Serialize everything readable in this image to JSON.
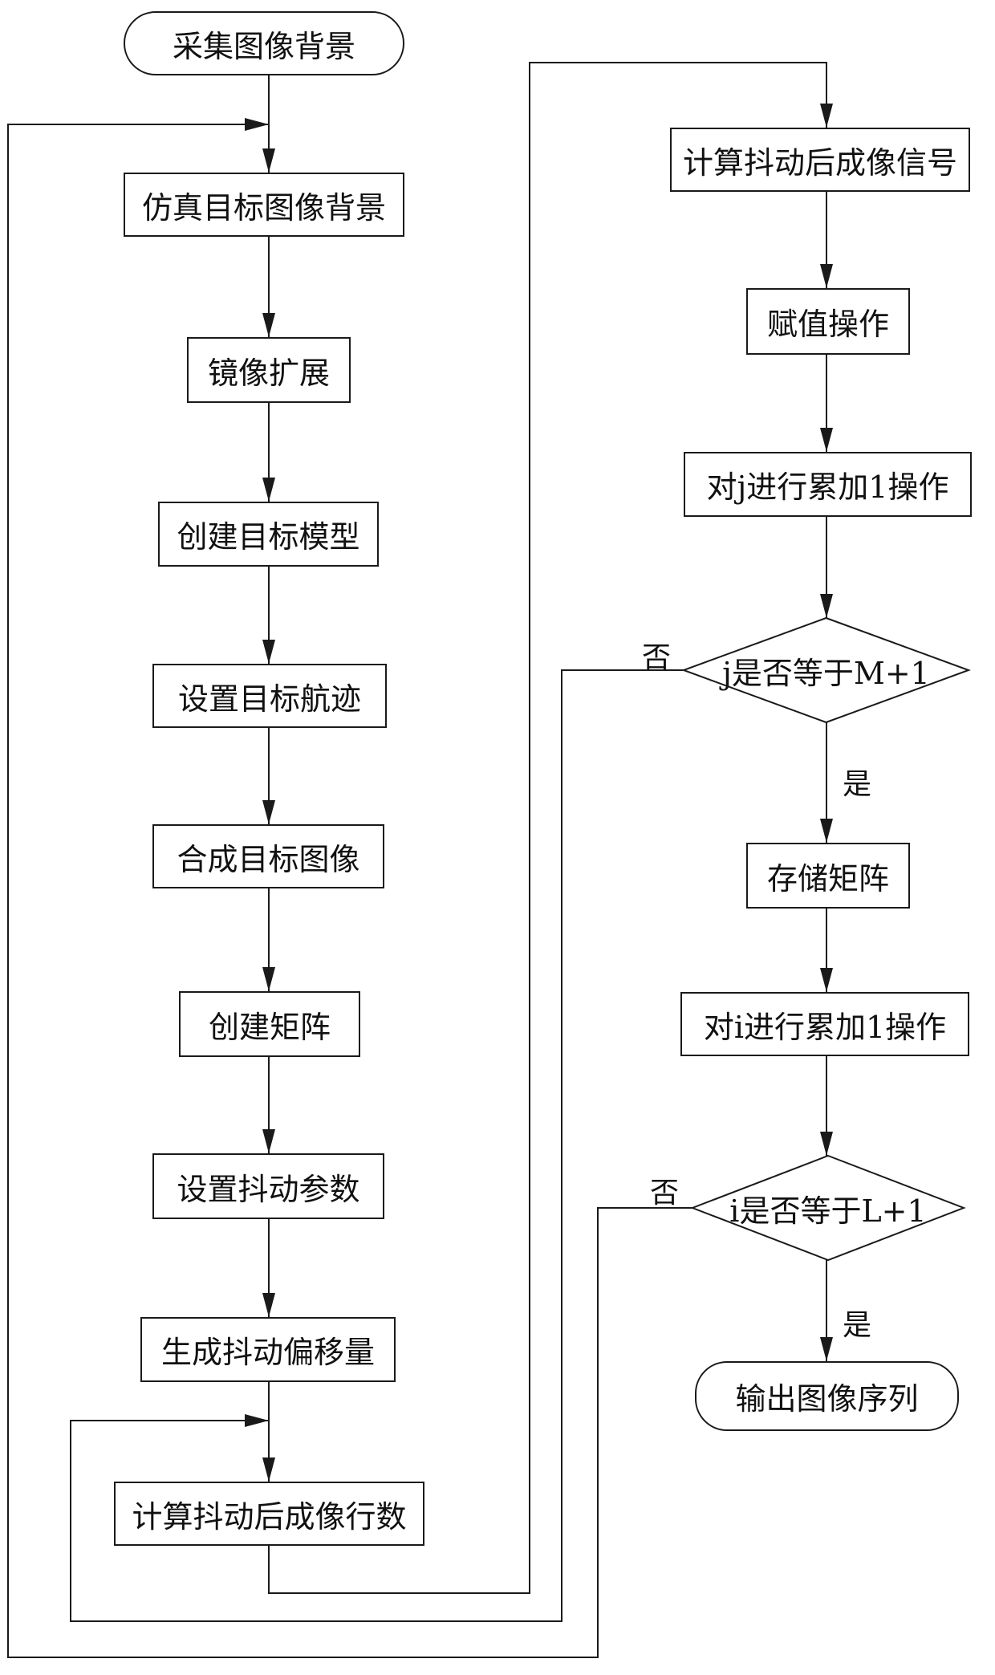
{
  "nodes": [
    {
      "id": "n1",
      "shape": "terminator",
      "text": "采集图像背景"
    },
    {
      "id": "n2",
      "shape": "process",
      "text": "仿真目标图像背景"
    },
    {
      "id": "n3",
      "shape": "process",
      "text": "镜像扩展"
    },
    {
      "id": "n4",
      "shape": "process",
      "text": "创建目标模型"
    },
    {
      "id": "n5",
      "shape": "process",
      "text": "设置目标航迹"
    },
    {
      "id": "n6",
      "shape": "process",
      "text": "合成目标图像"
    },
    {
      "id": "n7",
      "shape": "process",
      "text": "创建矩阵"
    },
    {
      "id": "n8",
      "shape": "process",
      "text": "设置抖动参数"
    },
    {
      "id": "n9",
      "shape": "process",
      "text": "生成抖动偏移量"
    },
    {
      "id": "n10",
      "shape": "process",
      "text": "计算抖动后成像行数"
    },
    {
      "id": "n11",
      "shape": "process",
      "text": "计算抖动后成像信号"
    },
    {
      "id": "n12",
      "shape": "process",
      "text": "赋值操作"
    },
    {
      "id": "n13",
      "shape": "process",
      "text": "对j进行累加1操作"
    },
    {
      "id": "d1",
      "shape": "decision",
      "text": "j是否等于M+1"
    },
    {
      "id": "n14",
      "shape": "process",
      "text": "存储矩阵"
    },
    {
      "id": "n15",
      "shape": "process",
      "text": "对i进行累加1操作"
    },
    {
      "id": "d2",
      "shape": "decision",
      "text": "i是否等于L+1"
    },
    {
      "id": "n16",
      "shape": "terminator",
      "text": "输出图像序列"
    }
  ],
  "edges": [
    {
      "from": "n1",
      "to": "n2",
      "label": ""
    },
    {
      "from": "n2",
      "to": "n3",
      "label": ""
    },
    {
      "from": "n3",
      "to": "n4",
      "label": ""
    },
    {
      "from": "n4",
      "to": "n5",
      "label": ""
    },
    {
      "from": "n5",
      "to": "n6",
      "label": ""
    },
    {
      "from": "n6",
      "to": "n7",
      "label": ""
    },
    {
      "from": "n7",
      "to": "n8",
      "label": ""
    },
    {
      "from": "n8",
      "to": "n9",
      "label": ""
    },
    {
      "from": "n9",
      "to": "n10",
      "label": ""
    },
    {
      "from": "n10",
      "to": "n11",
      "label": ""
    },
    {
      "from": "n11",
      "to": "n12",
      "label": ""
    },
    {
      "from": "n12",
      "to": "n13",
      "label": ""
    },
    {
      "from": "n13",
      "to": "d1",
      "label": ""
    },
    {
      "from": "d1",
      "to": "n14",
      "label": "是"
    },
    {
      "from": "d1",
      "to": "n10",
      "label": "否"
    },
    {
      "from": "n14",
      "to": "n15",
      "label": ""
    },
    {
      "from": "n15",
      "to": "d2",
      "label": ""
    },
    {
      "from": "d2",
      "to": "n16",
      "label": "是"
    },
    {
      "from": "d2",
      "to": "n2",
      "label": "否"
    }
  ],
  "labels": {
    "yes": "是",
    "no": "否"
  },
  "colors": {
    "line": "#1a1a1a",
    "text": "#111111",
    "background": "#ffffff"
  }
}
